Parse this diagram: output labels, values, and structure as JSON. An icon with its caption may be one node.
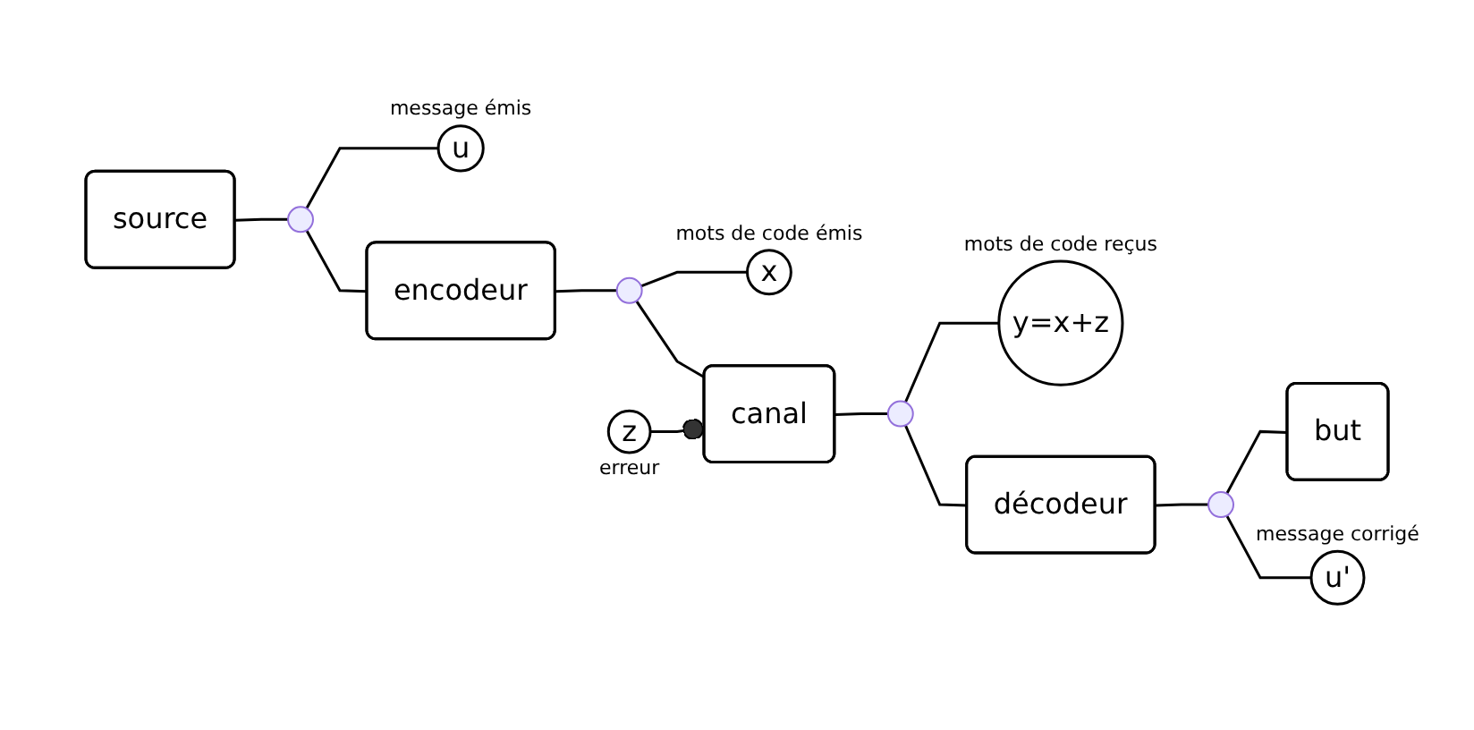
{
  "diagram": {
    "nodes": [
      {
        "text": [
          "u"
        ],
        "beside": [
          "message émis"
        ]
      },
      {
        "text": [
          "x"
        ],
        "beside": [
          "mots de code émis"
        ]
      },
      {
        "text": [
          "y=x+z"
        ],
        "beside": [
          "mots de code reçus"
        ]
      },
      {
        "text": [
          "u'"
        ],
        "beside": [
          "message corrigé"
        ]
      },
      {
        "text": [
          "source"
        ]
      },
      {
        "text": [],
        "shape": "circle"
      },
      {
        "text": [
          "encodeur"
        ]
      },
      {
        "text": [],
        "shape": "circle"
      },
      {
        "text": [
          "canal"
        ]
      },
      {
        "text": [],
        "shape": "circle"
      },
      {
        "text": [
          "décodeur"
        ]
      },
      {
        "text": [],
        "shape": "circle"
      },
      {
        "text": [
          "but"
        ]
      },
      {
        "text": [
          "z"
        ],
        "beside": [
          "erreur"
        ]
      }
    ],
    "edges": [
      {
        "from": 4,
        "to": 5,
        "arrow": "none"
      },
      {
        "from": 5,
        "to": 6,
        "arrow": "none"
      },
      {
        "from": 5,
        "to": 0,
        "arrow": "none"
      },
      {
        "from": 6,
        "to": 7,
        "arrow": "none"
      },
      {
        "from": 7,
        "to": 8,
        "arrow": "none"
      },
      {
        "from": 7,
        "to": 1,
        "arrow": "none"
      },
      {
        "from": 8,
        "to": 9,
        "arrow": "none"
      },
      {
        "from": 9,
        "to": 10,
        "arrow": "none"
      },
      {
        "from": 9,
        "to": 2,
        "arrow": "none"
      },
      {
        "from": 10,
        "to": 11,
        "arrow": "none"
      },
      {
        "from": 11,
        "to": 12,
        "arrow": "none"
      },
      {
        "from": 11,
        "to": 3,
        "arrow": "none"
      },
      {
        "from": 13,
        "to": 8,
        "arrow": "other"
      }
    ]
  }
}
